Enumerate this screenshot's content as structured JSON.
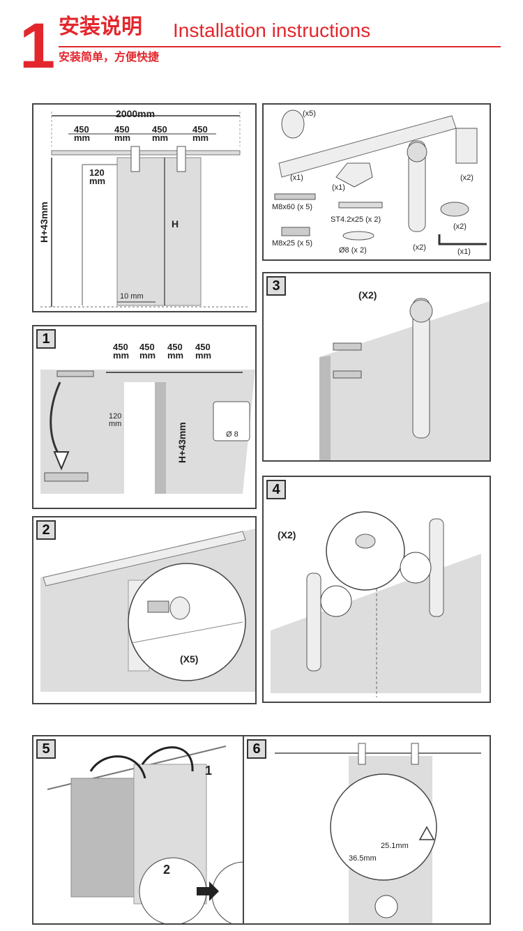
{
  "header": {
    "number": "1",
    "title_zh": "安装说明",
    "title_en": "Installation instructions",
    "subtitle_zh": "安装简单，方便快捷"
  },
  "overview": {
    "total_width": "2000mm",
    "spacings": [
      "450 mm",
      "450 mm",
      "450 mm",
      "450 mm"
    ],
    "offset": "120 mm",
    "height_label": "H+43mm",
    "door_height": "H",
    "gap": "10 mm"
  },
  "parts": {
    "qty_roller_stopper": "(x5)",
    "qty_rail": "(x1)",
    "qty_floor_guide": "(x1)",
    "qty_anti_jump": "(x2)",
    "bolt_long": "M8x60 (x 5)",
    "screw": "ST4.2x25 (x 2)",
    "qty_stopper": "(x2)",
    "bolt_short": "M8x25 (x 5)",
    "washer": "Ø8 (x 2)",
    "qty_hanger": "(x2)",
    "qty_wrench": "(x1)"
  },
  "steps": {
    "s1": {
      "num": "1",
      "spacings": [
        "450 mm",
        "450 mm",
        "450 mm",
        "450 mm"
      ],
      "offset": "120 mm",
      "height": "H+43mm",
      "drill": "Ø 8"
    },
    "s2": {
      "num": "2",
      "qty": "(X5)"
    },
    "s3": {
      "num": "3",
      "qty": "(X2)"
    },
    "s4": {
      "num": "4",
      "qty": "(X2)"
    },
    "s5": {
      "num": "5",
      "callout1": "1",
      "callout2": "2"
    },
    "s6": {
      "num": "6",
      "dim1": "25.1mm",
      "dim2": "36.5mm"
    }
  }
}
